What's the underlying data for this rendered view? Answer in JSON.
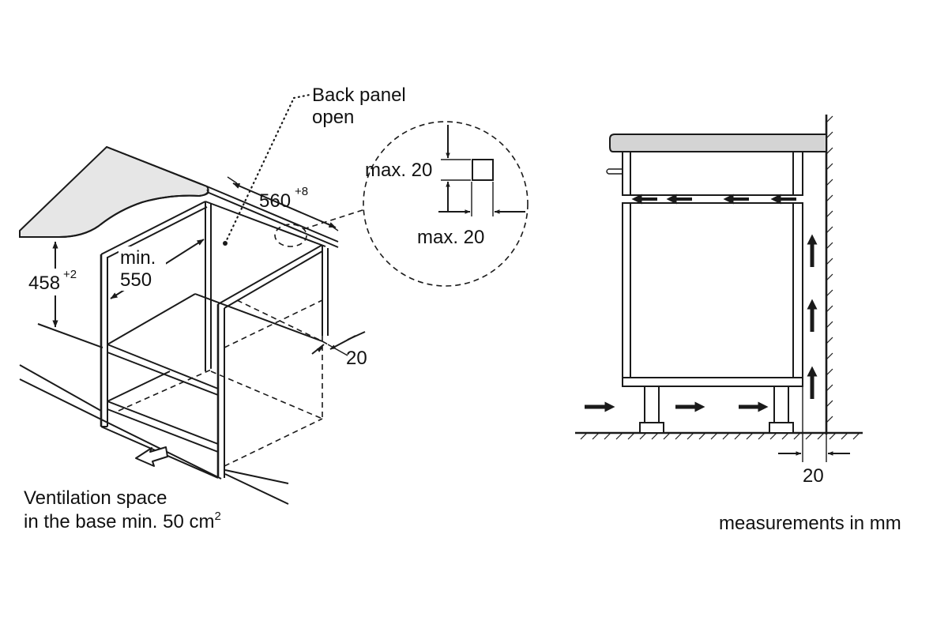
{
  "labels": {
    "back_panel_line1": "Back panel",
    "back_panel_line2": "open",
    "width_value": "560",
    "width_tolerance": "+8",
    "depth_line1": "min.",
    "depth_line2": "550",
    "height_value": "458",
    "height_tolerance": "+2",
    "detail_vertical_gap": "max. 20",
    "detail_horizontal_gap": "max. 20",
    "side_gap": "20",
    "vent_line1": "Ventilation space",
    "vent_line2_main": "in the base min. 50 cm",
    "vent_line2_sup": "2",
    "wall_gap": "20",
    "units_note": "measurements in mm"
  },
  "colors": {
    "ink": "#1a1a1a",
    "background": "#ffffff",
    "worktop_fill": "#e6e6e6",
    "worktop_side_fill": "#d4d4d4"
  },
  "icons": {
    "airflow_arrow": "solid-arrow-right",
    "vent_inlet_arrow": "hollow-arrow",
    "dimension_arrow": "filled-arrowhead"
  }
}
